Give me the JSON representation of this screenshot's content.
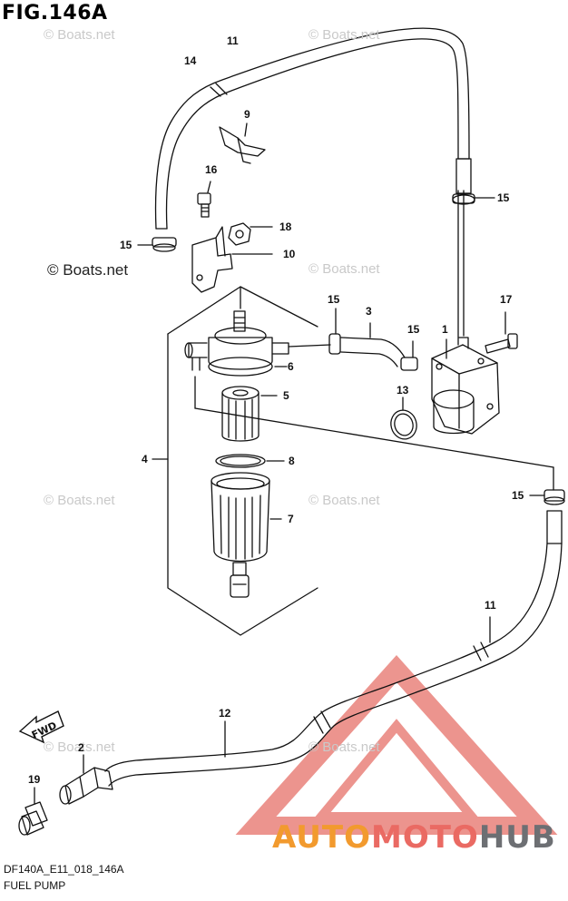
{
  "title": "FIG.146A",
  "watermark": "© Boats.net",
  "watermark_main": "© Boats.net",
  "fwd_label": "FWD",
  "callouts": {
    "p1": "1",
    "p2": "2",
    "p3": "3",
    "p4": "4",
    "p5": "5",
    "p6": "6",
    "p7": "7",
    "p8": "8",
    "p9": "9",
    "p10": "10",
    "p11a": "11",
    "p11b": "11",
    "p12": "12",
    "p13": "13",
    "p14": "14",
    "p15a": "15",
    "p15b": "15",
    "p15c": "15",
    "p15d": "15",
    "p15e": "15",
    "p16": "16",
    "p17": "17",
    "p18": "18",
    "p19": "19"
  },
  "footer": {
    "code": "DF140A_E11_018_146A",
    "section": "FUEL PUMP"
  },
  "brand": {
    "part1": "AUTO",
    "part2": "MOTO",
    "part3": "HUB"
  },
  "colors": {
    "line": "#111111",
    "watermark": "#c9c9c9",
    "brand_orange": "#f29a2e",
    "brand_red": "#ea6a63",
    "brand_gray": "#6d6f73"
  }
}
